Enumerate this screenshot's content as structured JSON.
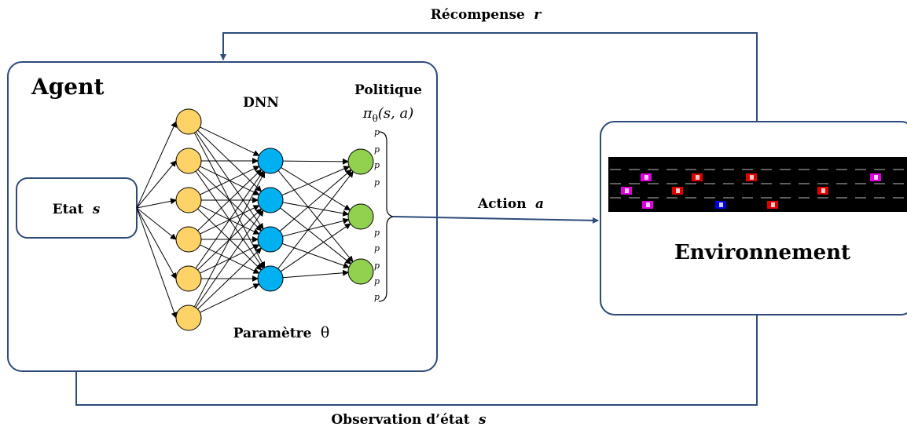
{
  "labels": {
    "reward": "Récompense",
    "reward_var": "r",
    "agent": "Agent",
    "dnn": "DNN",
    "policy": "Politique",
    "policy_formula": "π",
    "policy_sub": "θ",
    "policy_args": "(s, a)",
    "state": "Etat",
    "state_var": "s",
    "action": "Action",
    "action_var": "a",
    "parameter": "Paramètre",
    "parameter_var": "θ",
    "environment": "Environnement",
    "observation": "Observation d’état",
    "observation_var": "s"
  },
  "network": {
    "input_nodes": 6,
    "hidden_nodes": 4,
    "output_nodes": 3,
    "colors": {
      "input": "#fdd267",
      "hidden": "#00b0f0",
      "output": "#92d050",
      "arrow": "#2c4a7a"
    }
  },
  "road": {
    "background": "#000000",
    "lane_marks": "#bbbbbb",
    "cars": [
      {
        "color": "#e000e0"
      },
      {
        "color": "#e00000"
      },
      {
        "color": "#e00000"
      },
      {
        "color": "#e000e0"
      },
      {
        "color": "#e000e0"
      },
      {
        "color": "#0000e0"
      },
      {
        "color": "#e00000"
      },
      {
        "color": "#e00000"
      },
      {
        "color": "#e00000"
      },
      {
        "color": "#e000e0"
      }
    ]
  }
}
